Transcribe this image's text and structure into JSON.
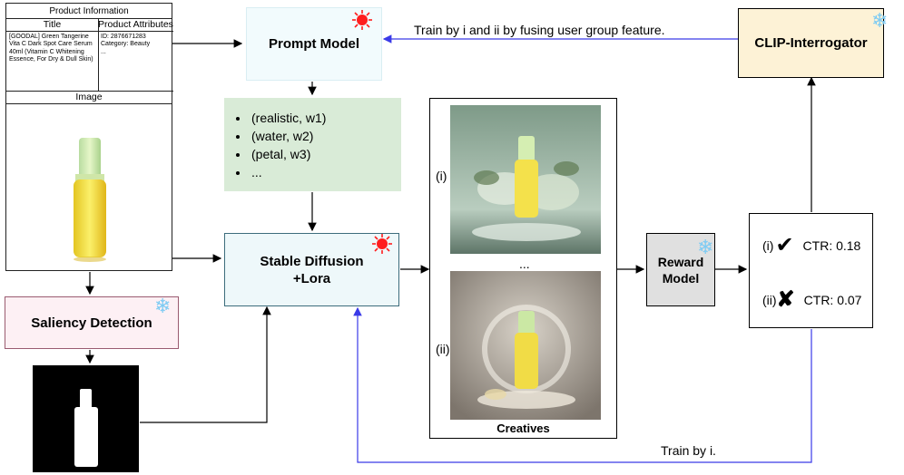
{
  "product_info": {
    "title": "Product Information",
    "title_col": "Title",
    "title_text": "[GOODAL] Green Tangerine Vita C Dark Spot Care Serum 40ml (Vitamin C Whitening Essence, For Dry & Dull Skin)",
    "attr_col": "Product Attributes",
    "attr_lines": [
      "ID: 2876671283",
      "Category: Beauty",
      "..."
    ],
    "image_label": "Image"
  },
  "nodes": {
    "prompt_model": "Prompt Model",
    "stable_diffusion": "Stable Diffusion\n+Lora",
    "saliency": "Saliency Detection",
    "clip": "CLIP-Interrogator",
    "reward": "Reward\nModel",
    "creatives": "Creatives"
  },
  "keywords": [
    "(realistic, w1)",
    "(water, w2)",
    "(petal, w3)",
    "..."
  ],
  "creatives": {
    "label_i": "(i)",
    "label_ii": "(ii)",
    "dots": "..."
  },
  "ctr": [
    {
      "label": "(i)",
      "mark": "✔",
      "text": "CTR: 0.18"
    },
    {
      "label": "(ii)",
      "mark": "✘",
      "text": "CTR: 0.07"
    }
  ],
  "edge_labels": {
    "top": "Train by i and ii by fusing user group feature.",
    "bottom": "Train by i."
  },
  "colors": {
    "prompt_bg": "#f2fbfd",
    "keywords_bg": "#d9ebd7",
    "sd_bg": "#eef8fa",
    "saliency_bg": "#fdf0f4",
    "clip_bg": "#fdf2d6",
    "reward_bg": "#e0e0e0",
    "blue_line": "#3a3ae8",
    "snow": "#7ecbf3",
    "sun": "#ff1d1d"
  },
  "icons": {
    "frozen": "snowflake-icon",
    "trainable": "sun-icon"
  }
}
